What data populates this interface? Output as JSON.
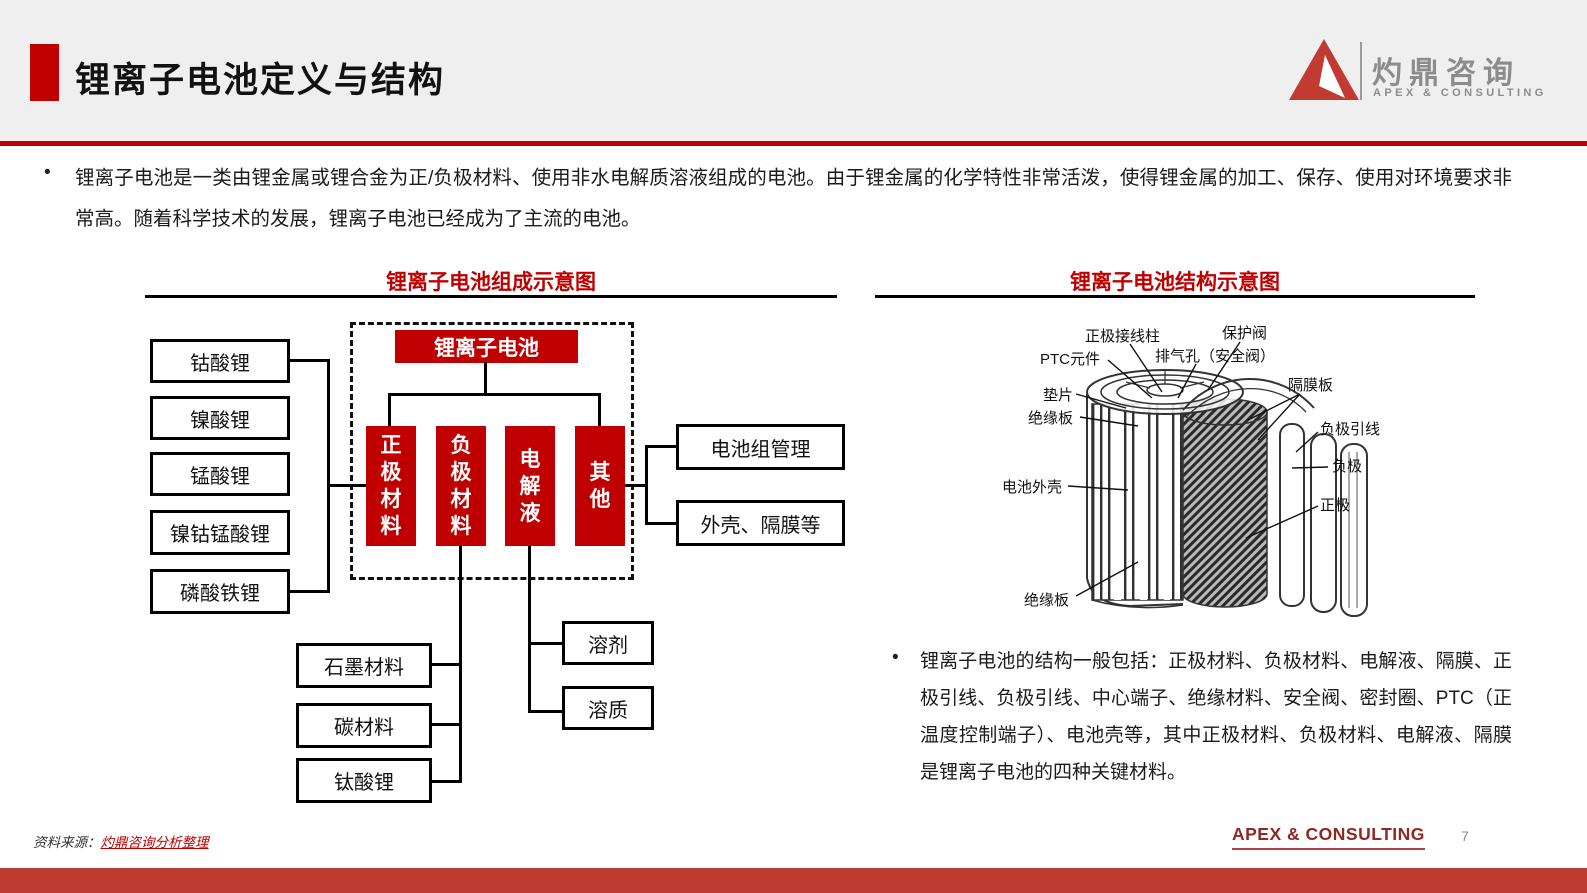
{
  "header": {
    "title": "锂离子电池定义与结构",
    "logo_text": "灼鼎咨询",
    "logo_subtext": "APEX  &  CONSULTING"
  },
  "bullet_marker": "•",
  "intro_bullet": "锂离子电池是一类由锂金属或锂合金为正/负极材料、使用非水电解质溶液组成的电池。由于锂金属的化学特性非常活泼，使得锂金属的加工、保存、使用对环境要求非常高。随着科学技术的发展，锂离子电池已经成为了主流的电池。",
  "composition_diagram": {
    "title": "锂离子电池组成示意图",
    "root": "锂离子电池",
    "pillars": [
      "正极材料",
      "负极材料",
      "电解液",
      "其他"
    ],
    "cathode_materials": [
      "钴酸锂",
      "镍酸锂",
      "锰酸锂",
      "镍钴锰酸锂",
      "磷酸铁锂"
    ],
    "anode_materials": [
      "石墨材料",
      "碳材料",
      "钛酸锂"
    ],
    "electrolyte_components": [
      "溶剂",
      "溶质"
    ],
    "other_components": [
      "电池组管理",
      "外壳、隔膜等"
    ]
  },
  "structure_diagram": {
    "title": "锂离子电池结构示意图",
    "labels": {
      "ptc": "PTC元件",
      "terminal": "正极接线柱",
      "vent": "排气孔（安全阀）",
      "valve": "保护阀",
      "separator_plate": "隔膜板",
      "gasket": "垫片",
      "insulation_top": "绝缘板",
      "anode_lead": "负极引线",
      "anode": "负极",
      "case": "电池外壳",
      "cathode": "正极",
      "insulation_bottom": "绝缘板"
    },
    "bullet": "锂离子电池的结构一般包括：正极材料、负极材料、电解液、隔膜、正极引线、负极引线、中心端子、绝缘材料、安全阀、密封圈、PTC（正温度控制端子）、电池壳等，其中正极材料、负极材料、电解液、隔膜是锂离子电池的四种关键材料。"
  },
  "footer": {
    "source_label": "资料来源：",
    "source_link": "灼鼎咨询分析整理",
    "brand": "APEX & CONSULTING",
    "page_number": "7"
  },
  "colors": {
    "accent_red": "#C00000",
    "bottom_bar_red": "#BE3B32",
    "brand_maroon": "#8F2823",
    "logo_gray": "#8C8C8C",
    "header_gray": "#F0EFEF"
  }
}
